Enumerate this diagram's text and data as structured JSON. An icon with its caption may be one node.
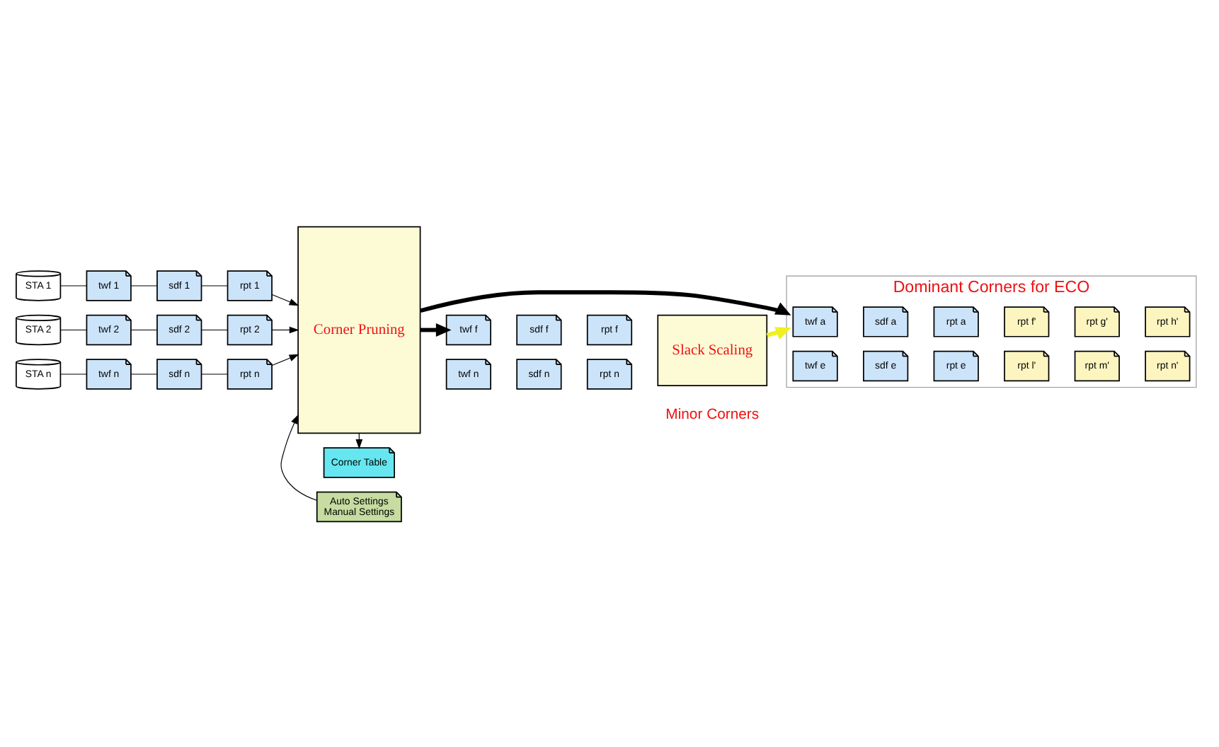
{
  "diagram": {
    "nodes": [
      {
        "text": [
          "STA 1"
        ]
      },
      {
        "text": [
          "twf 1"
        ]
      },
      {
        "text": [
          "sdf 1"
        ]
      },
      {
        "text": [
          "rpt 1"
        ]
      },
      {
        "text": [
          "STA 2"
        ]
      },
      {
        "text": [
          "twf 2"
        ]
      },
      {
        "text": [
          "sdf 2"
        ]
      },
      {
        "text": [
          "rpt 2"
        ]
      },
      {
        "text": [
          "STA n"
        ]
      },
      {
        "text": [
          "twf n"
        ]
      },
      {
        "text": [
          "sdf n"
        ]
      },
      {
        "text": [
          "rpt n"
        ]
      },
      {
        "text": [
          "Corner Pruning"
        ]
      },
      {
        "text": [
          "Corner Table"
        ]
      },
      {
        "text": [
          "Auto Settings",
          "Manual Settings"
        ]
      },
      {
        "text": [
          "Dominant Corners for ECO"
        ]
      },
      {
        "text": [
          "twf a"
        ],
        "in": 15
      },
      {
        "text": [
          "sdf a"
        ],
        "in": 15
      },
      {
        "text": [
          "rpt a"
        ],
        "in": 15
      },
      {
        "text": [
          "twf e"
        ],
        "in": 15
      },
      {
        "text": [
          "sdf e"
        ],
        "in": 15
      },
      {
        "text": [
          "rpt e"
        ],
        "in": 15
      },
      {
        "text": [
          "rpt f'"
        ],
        "in": 15
      },
      {
        "text": [
          "rpt g'"
        ],
        "in": 15
      },
      {
        "text": [
          "rpt h'"
        ],
        "in": 15
      },
      {
        "text": [
          "rpt l'"
        ],
        "in": 15
      },
      {
        "text": [
          "rpt m'"
        ],
        "in": 15
      },
      {
        "text": [
          "rpt n'"
        ],
        "in": 15
      },
      {
        "text": [
          "twf f"
        ]
      },
      {
        "text": [
          "sdf f"
        ]
      },
      {
        "text": [
          "rpt f"
        ]
      },
      {
        "text": [
          "twf n"
        ]
      },
      {
        "text": [
          "sdf n"
        ]
      },
      {
        "text": [
          "rpt n"
        ]
      },
      {
        "text": [
          "Slack Scaling"
        ]
      }
    ],
    "edges": [
      {
        "from": 0,
        "to": 1,
        "arrow": "none"
      },
      {
        "from": 1,
        "to": 2,
        "arrow": "none"
      },
      {
        "from": 2,
        "to": 3,
        "arrow": "none"
      },
      {
        "from": 3,
        "to": 12,
        "arrow": "to"
      },
      {
        "from": 4,
        "to": 5,
        "arrow": "none"
      },
      {
        "from": 5,
        "to": 6,
        "arrow": "none"
      },
      {
        "from": 6,
        "to": 7,
        "arrow": "none"
      },
      {
        "from": 7,
        "to": 12,
        "arrow": "to"
      },
      {
        "from": 8,
        "to": 9,
        "arrow": "none"
      },
      {
        "from": 9,
        "to": 10,
        "arrow": "none"
      },
      {
        "from": 10,
        "to": 11,
        "arrow": "none"
      },
      {
        "from": 11,
        "to": 12,
        "arrow": "to"
      },
      {
        "from": 12,
        "to": 13,
        "arrow": "to"
      },
      {
        "from": 14,
        "to": 12,
        "arrow": "to"
      },
      {
        "from": 12,
        "to": 15,
        "arrow": "to",
        "style": "thick"
      },
      {
        "from": 12,
        "to": 28,
        "arrow": "to",
        "style": "thick"
      },
      {
        "from": 34,
        "to": 15,
        "arrow": "to",
        "style": "thick",
        "color": "#f0f020"
      }
    ],
    "labels": [
      "Minor Corners"
    ]
  }
}
